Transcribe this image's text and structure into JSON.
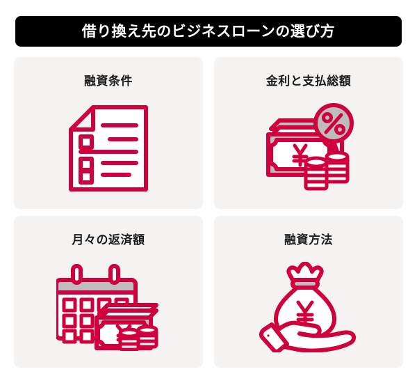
{
  "header": {
    "title": "借り換え先のビジネスローンの選び方"
  },
  "theme": {
    "banner_background": "#000000",
    "banner_text": "#ffffff",
    "page_background": "#ffffff",
    "card_background": "#f4f3f2",
    "icon_accent": "#d0003c",
    "icon_shade": "#bdbdbd"
  },
  "cards": [
    {
      "title": "融資条件",
      "icon": "checklist-document-icon"
    },
    {
      "title": "金利と支払総額",
      "icon": "banknote-percent-coins-icon"
    },
    {
      "title": "月々の返済額",
      "icon": "calendar-banknote-coins-icon"
    },
    {
      "title": "融資方法",
      "icon": "money-bag-in-hand-icon"
    }
  ]
}
